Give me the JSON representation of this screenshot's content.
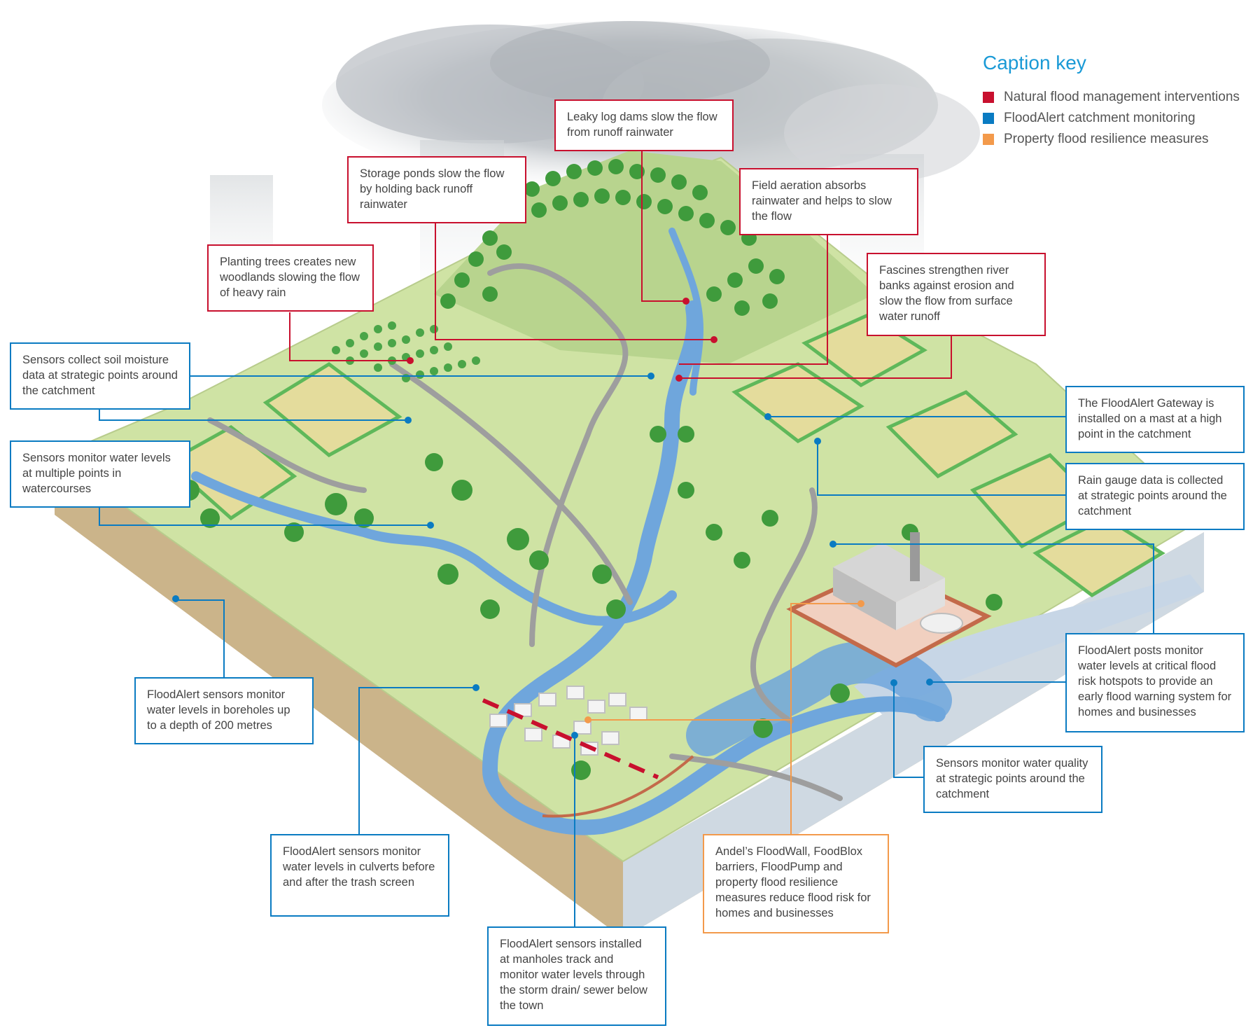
{
  "legend": {
    "title": "Caption key",
    "items": [
      {
        "label": "Natural flood management interventions",
        "color": "#c8102e"
      },
      {
        "label": "FloodAlert catchment monitoring",
        "color": "#0a7bc2"
      },
      {
        "label": "Property flood resilience measures",
        "color": "#f39a4b"
      }
    ]
  },
  "colors": {
    "natural": "#c8102e",
    "monitoring": "#0a7bc2",
    "resilience": "#f39a4b",
    "grass": "#cfe3a4",
    "soil": "#c9b38c",
    "water": "#6fa6dc",
    "field_edge": "#5fb85a",
    "road": "#9e9e9e"
  },
  "callouts": {
    "leaky_log_dams": "Leaky log dams slow the flow from runoff rainwater",
    "storage_ponds": "Storage ponds slow the flow by holding back runoff rainwater",
    "field_aeration": "Field aeration absorbs rainwater and helps to slow the flow",
    "planting_trees": "Planting trees creates new woodlands slowing the flow of heavy rain",
    "fascines": "Fascines strengthen river banks against erosion and slow the flow from surface water runoff",
    "soil_moisture": "Sensors collect soil moisture data at strategic points around the catchment",
    "water_levels_watercourses": "Sensors monitor water levels at multiple points in watercourses",
    "gateway": "The FloodAlert Gateway is installed on a mast at a high point in the catchment",
    "rain_gauge": "Rain gauge data is collected at strategic points around the catchment",
    "floodalert_posts": "FloodAlert posts monitor water levels at critical flood risk hotspots to provide an early flood warning system for homes and businesses",
    "boreholes": "FloodAlert sensors monitor water levels in boreholes up to a depth of 200 metres",
    "water_quality": "Sensors monitor water quality at strategic points around the catchment",
    "culverts": "FloodAlert sensors monitor water levels in culverts before and after the trash screen",
    "andel_measures": "Andel’s FloodWall, FoodBlox barriers, FloodPump and property flood resilience measures reduce flood risk for homes and businesses",
    "manholes": "FloodAlert sensors installed at manholes track and monitor water levels through the storm drain/ sewer below the town"
  }
}
